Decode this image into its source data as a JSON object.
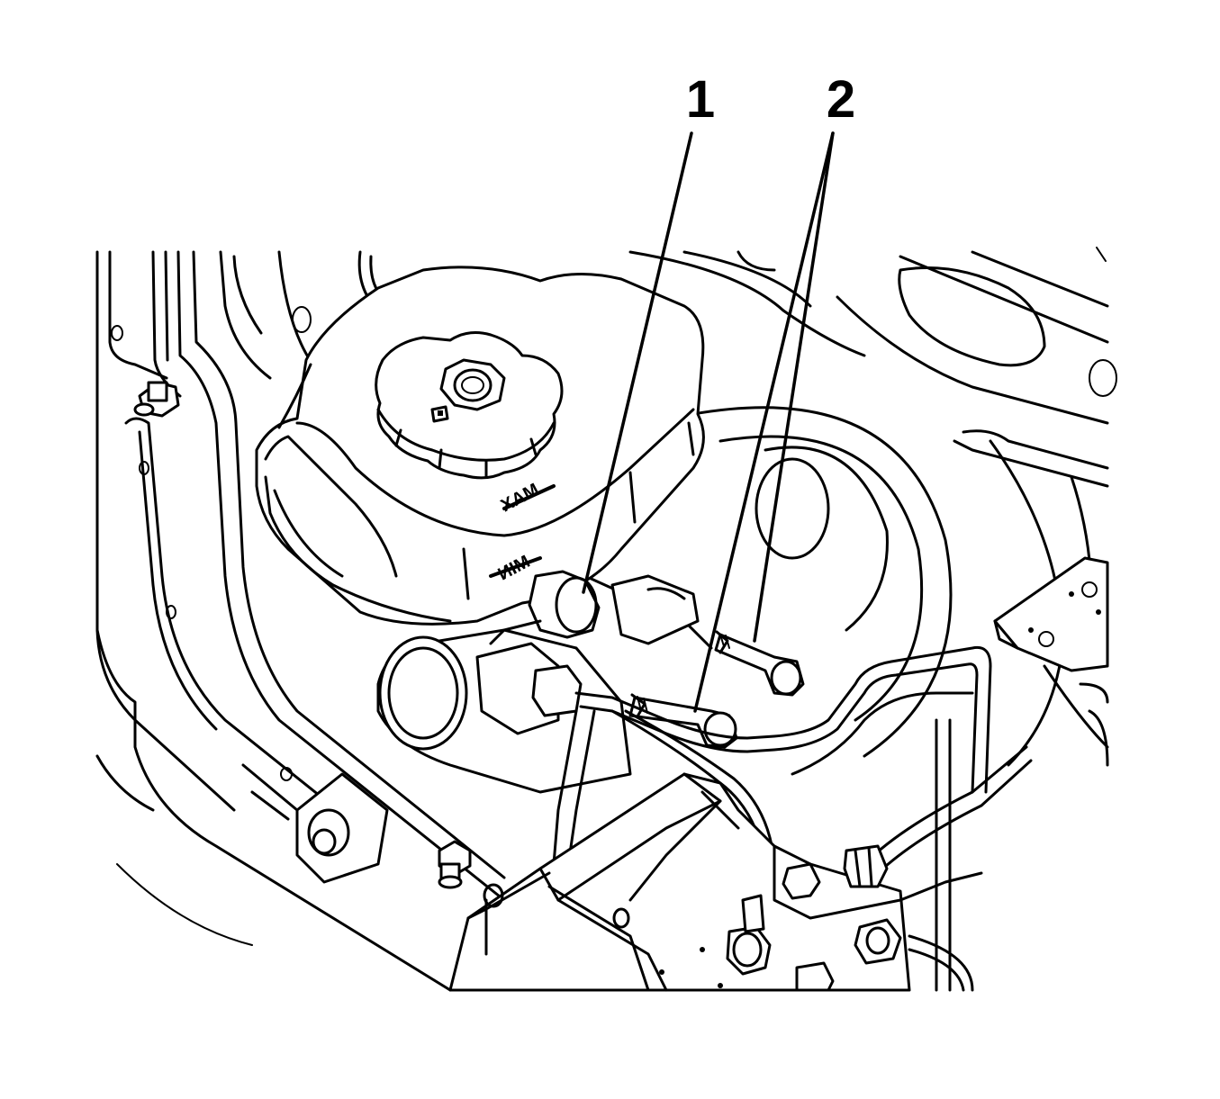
{
  "callouts": [
    {
      "id": "1",
      "label": "1"
    },
    {
      "id": "2",
      "label": "2"
    }
  ],
  "reservoir_marks": {
    "max": "MAX",
    "min": "MIN"
  },
  "colors": {
    "ink": "#000000",
    "paper": "#ffffff"
  }
}
